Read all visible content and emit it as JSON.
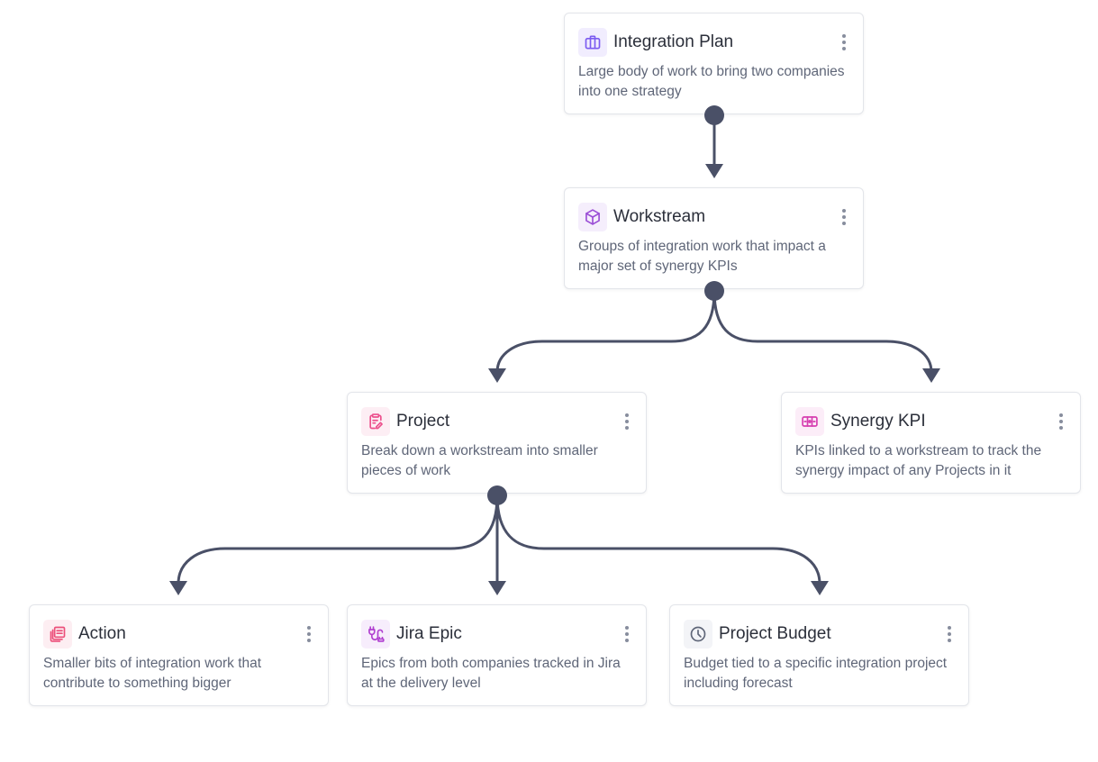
{
  "nodes": {
    "integration_plan": {
      "title": "Integration Plan",
      "description": "Large body of work to bring two companies into one strategy",
      "icon": "briefcase-icon",
      "icon_color": "#7c5cf0",
      "icon_bg": "#f1edfe"
    },
    "workstream": {
      "title": "Workstream",
      "description": "Groups of integration work that impact a major set of synergy KPIs",
      "icon": "cube-icon",
      "icon_color": "#9b4fd6",
      "icon_bg": "#f5eefc"
    },
    "project": {
      "title": "Project",
      "description": "Break down a workstream into smaller pieces of work",
      "icon": "clipboard-edit-icon",
      "icon_color": "#ec4f8c",
      "icon_bg": "#fdeef4"
    },
    "synergy_kpi": {
      "title": "Synergy KPI",
      "description": "KPIs linked to a workstream to track the synergy impact of any Projects in it",
      "icon": "ticket-icon",
      "icon_color": "#d63fb0",
      "icon_bg": "#fcedf8"
    },
    "action": {
      "title": "Action",
      "description": "Smaller bits of integration work that contribute to something bigger",
      "icon": "stacked-cards-icon",
      "icon_color": "#ec4f7a",
      "icon_bg": "#fdeef2"
    },
    "jira_epic": {
      "title": "Jira Epic",
      "description": "Epics from both companies tracked in Jira at the delivery level",
      "icon": "plug-icon",
      "icon_color": "#b03fd0",
      "icon_bg": "#f7edfc"
    },
    "project_budget": {
      "title": "Project Budget",
      "description": "Budget tied to a specific integration project including forecast",
      "icon": "clock-icon",
      "icon_color": "#5f6678",
      "icon_bg": "#f3f4f7"
    }
  },
  "colors": {
    "connector": "#4a5067",
    "node_border": "#e3e5ea",
    "title_text": "#2b2f3a",
    "description_text": "#5f6678"
  }
}
